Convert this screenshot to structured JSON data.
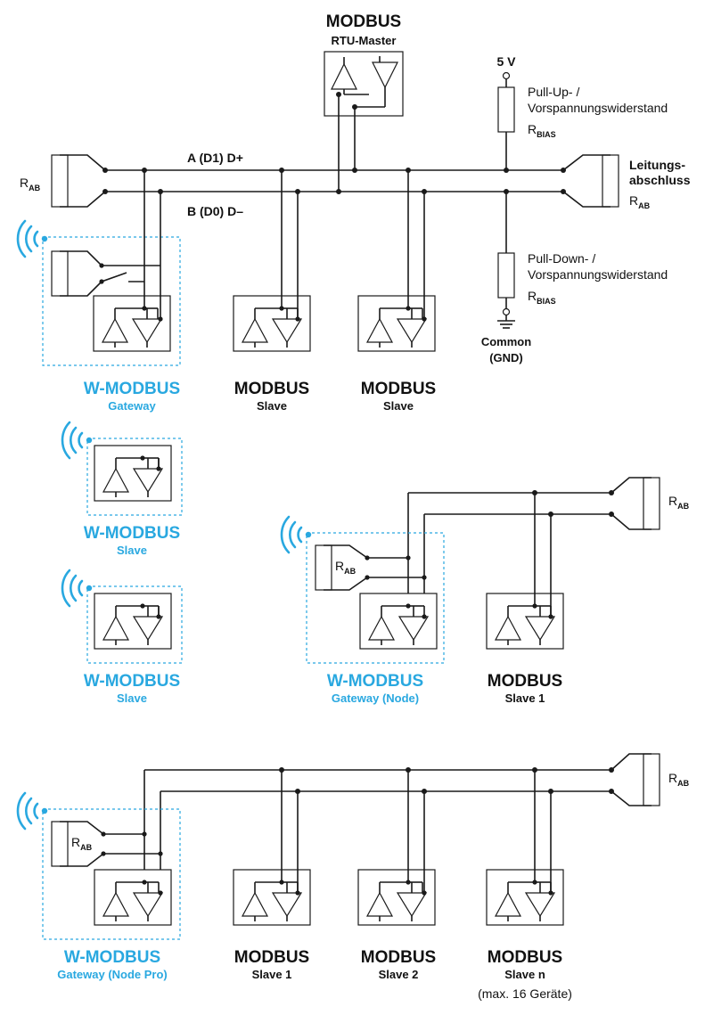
{
  "bus": {
    "line_a": "A  (D1)  D+",
    "line_b": "B  (D0)  D–"
  },
  "master": {
    "title": "MODBUS",
    "subtitle": "RTU-Master"
  },
  "bias": {
    "supply": "5 V",
    "pullup": [
      "Pull-Up- /",
      "Vorspannungswiderstand"
    ],
    "pulldown": [
      "Pull-Down- /",
      "Vorspannungswiderstand"
    ],
    "r_bias_main": "R",
    "r_bias_sub": "BIAS",
    "ground": [
      "Common",
      "(GND)"
    ]
  },
  "termination": {
    "label": [
      "Leitungs-",
      "abschluss"
    ],
    "r_main": "R",
    "r_sub": "AB"
  },
  "devices": {
    "top_gateway": {
      "title": "W-MODBUS",
      "subtitle": "Gateway"
    },
    "top_slave_1": {
      "title": "MODBUS",
      "subtitle": "Slave"
    },
    "top_slave_2": {
      "title": "MODBUS",
      "subtitle": "Slave"
    },
    "w_slave_1": {
      "title": "W-MODBUS",
      "subtitle": "Slave"
    },
    "w_slave_2": {
      "title": "W-MODBUS",
      "subtitle": "Slave"
    },
    "node": {
      "title": "W-MODBUS",
      "subtitle": "Gateway (Node)"
    },
    "mid_slave_1": {
      "title": "MODBUS",
      "subtitle": "Slave 1"
    },
    "node_pro": {
      "title": "W-MODBUS",
      "subtitle": "Gateway (Node Pro)"
    },
    "bot_slave_1": {
      "title": "MODBUS",
      "subtitle": "Slave 1"
    },
    "bot_slave_2": {
      "title": "MODBUS",
      "subtitle": "Slave 2"
    },
    "bot_slave_n": {
      "title": "MODBUS",
      "subtitle": "Slave n",
      "note": "(max. 16 Geräte)"
    }
  },
  "colors": {
    "wire": "#1a1a1a",
    "wireless_accent": "#29a8e0"
  },
  "icons": [
    "wireless-signal-icon",
    "transceiver-icon",
    "resistor-icon",
    "ground-icon"
  ]
}
